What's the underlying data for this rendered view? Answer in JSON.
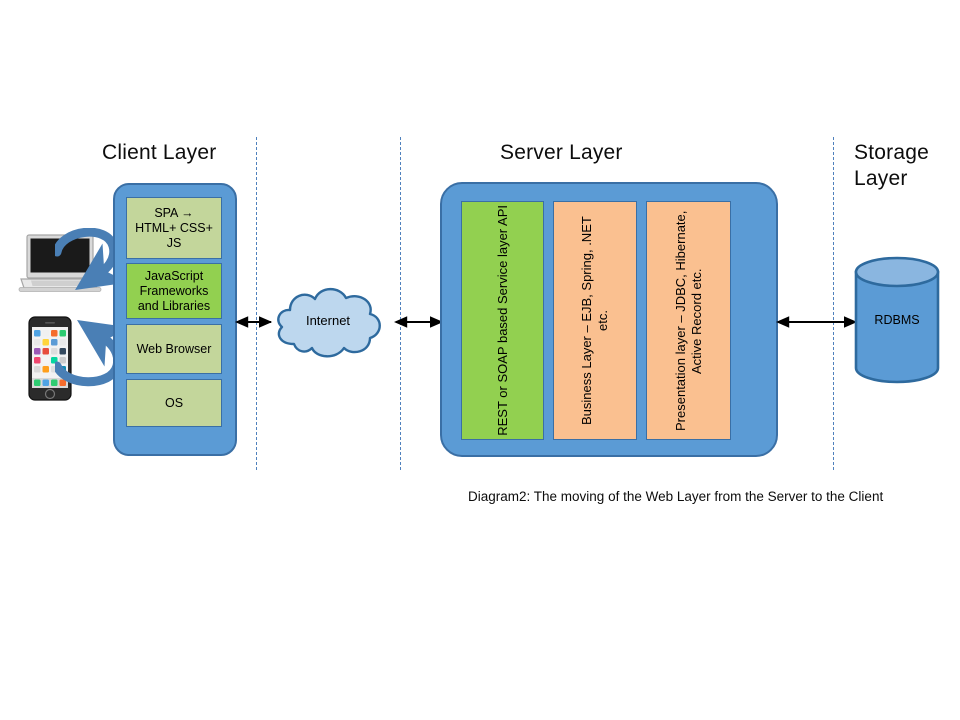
{
  "diagram": {
    "caption": "Diagram2:  The moving of the Web Layer from the Server to the Client",
    "background_color": "#ffffff",
    "colors": {
      "container_blue": "#5b9bd5",
      "container_border": "#3a6fa5",
      "pale_green": "#c3d69b",
      "bright_green": "#92d050",
      "peach": "#fac090",
      "cloud_fill": "#bdd7ee",
      "divider": "#4f81bd"
    }
  },
  "columns": {
    "client": {
      "title": "Client Layer"
    },
    "server": {
      "title": "Server Layer"
    },
    "storage": {
      "title": "Storage\nLayer"
    }
  },
  "client_stack": {
    "boxes": [
      {
        "label": "SPA →\nHTML+ CSS+ JS",
        "color": "#c3d69b"
      },
      {
        "label": "JavaScript Frameworks and Libraries",
        "color": "#92d050"
      },
      {
        "label": "Web Browser",
        "color": "#c3d69b"
      },
      {
        "label": "OS",
        "color": "#c3d69b"
      }
    ]
  },
  "devices": [
    {
      "name": "laptop-icon"
    },
    {
      "name": "smartphone-icon"
    }
  ],
  "network": {
    "cloud_label": "Internet"
  },
  "server_stack": {
    "boxes": [
      {
        "label": "REST or SOAP based Service layer API",
        "color": "#92d050"
      },
      {
        "label": "Business Layer – EJB, Spring, .NET etc.",
        "color": "#fac090"
      },
      {
        "label": "Presentation layer – JDBC, Hibernate, Active Record etc.",
        "color": "#fac090"
      }
    ]
  },
  "storage": {
    "database_label": "RDBMS"
  },
  "connectors": [
    {
      "name": "client-to-cloud",
      "style": "double-headed"
    },
    {
      "name": "cloud-to-server",
      "style": "double-headed"
    },
    {
      "name": "server-to-database",
      "style": "double-headed"
    },
    {
      "name": "laptop-to-client-stack",
      "style": "curved-single-headed"
    },
    {
      "name": "phone-to-client-stack",
      "style": "curved-single-headed"
    }
  ]
}
